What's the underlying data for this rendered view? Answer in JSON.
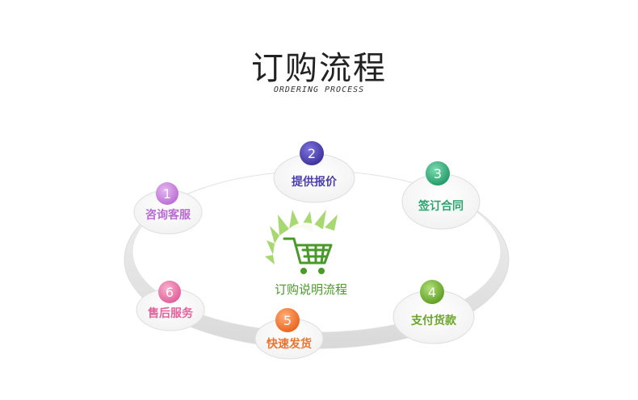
{
  "title": "订购流程",
  "subtitle": "ORDERING PROCESS",
  "center_label": "订购说明流程",
  "colors": {
    "ring": "#e6e6e6",
    "card_shadow": "#d6d6d6",
    "cart_green": "#4a9a2a",
    "burst_green": "#9fd06a"
  },
  "steps": [
    {
      "number": "1",
      "label": "咨询客服",
      "color": "#b86ad2"
    },
    {
      "number": "2",
      "label": "提供报价",
      "color": "#4b3fb0"
    },
    {
      "number": "3",
      "label": "签订合同",
      "color": "#2aa36f"
    },
    {
      "number": "4",
      "label": "支付货款",
      "color": "#6aa52a"
    },
    {
      "number": "5",
      "label": "快速发货",
      "color": "#f0722a"
    },
    {
      "number": "6",
      "label": "售后服务",
      "color": "#e4629a"
    }
  ]
}
